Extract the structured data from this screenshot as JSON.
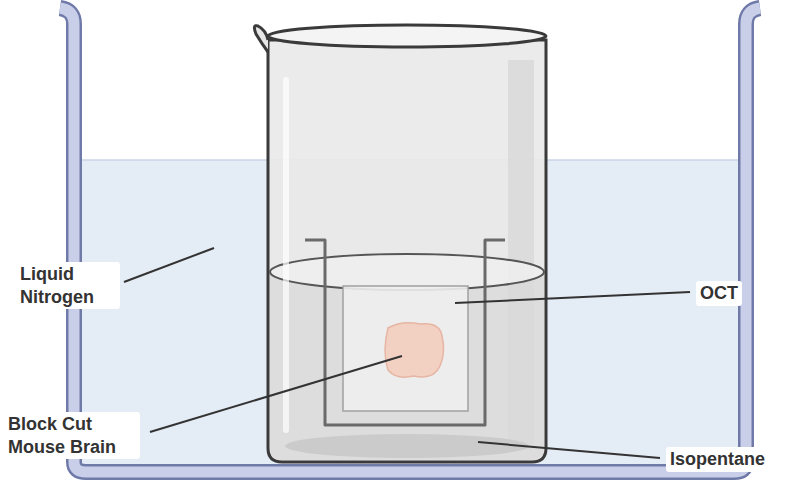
{
  "diagram": {
    "labels": [
      "Liquid Nitrogen",
      "OCT",
      "Block Cut Mouse Brain",
      "Isopentane"
    ]
  }
}
